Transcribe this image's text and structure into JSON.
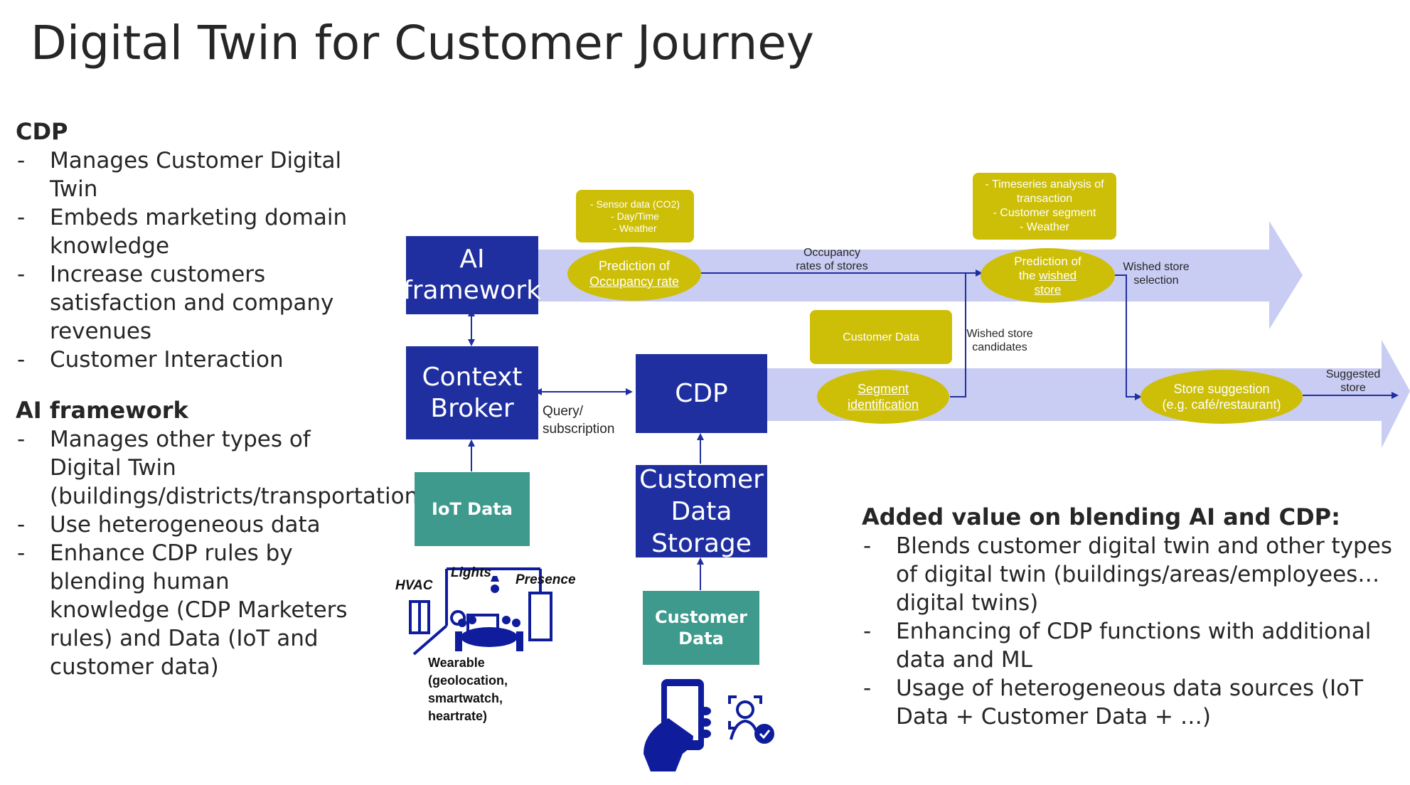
{
  "title": "Digital Twin for Customer Journey",
  "cdp_section": {
    "heading": "CDP",
    "items": [
      "Manages Customer Digital Twin",
      "Embeds marketing domain knowledge",
      "Increase customers satisfaction and company revenues",
      "Customer Interaction"
    ]
  },
  "ai_section": {
    "heading": "AI framework",
    "items": [
      "Manages other types of Digital Twin (buildings/districts/transportation/human)",
      "Use heterogeneous data",
      "Enhance CDP rules by blending human knowledge (CDP Marketers rules) and Data (IoT and customer data)"
    ]
  },
  "added_value": {
    "heading": "Added value on blending AI and CDP:",
    "items": [
      "Blends customer digital twin and other types of digital twin (buildings/areas/employees… digital twins)",
      "Enhancing of CDP functions with additional data and ML",
      "Usage of heterogeneous data sources (IoT Data + Customer Data + …)"
    ]
  },
  "diagram": {
    "ai_framework": "AI framework",
    "context_broker": "Context Broker",
    "cdp": "CDP",
    "customer_data_storage": "Customer Data Storage",
    "iot_data": "IoT Data",
    "customer_data": "Customer Data",
    "query_subscription": "Query/ subscription",
    "note_sensor": [
      "- Sensor data (CO2)",
      "- Day/Time",
      "- Weather"
    ],
    "note_timeseries": [
      "- Timeseries analysis of transaction",
      "- Customer segment",
      "- Weather"
    ],
    "note_customer_data": "Customer Data",
    "pred_occupancy": {
      "line1": "Prediction of",
      "line2": "Occupancy rate"
    },
    "pred_wished": {
      "line1": "Prediction of",
      "line2a": "the ",
      "line2b": "wished",
      "line3": "store"
    },
    "segment": {
      "line1": "Segment",
      "line2": "identification"
    },
    "store_suggestion": {
      "line1": "Store suggestion",
      "line2": "(e.g. café/restaurant)"
    },
    "occupancy_rates": "Occupancy rates of stores",
    "wished_store_selection": "Wished store selection",
    "wished_store_candidates": "Wished store candidates",
    "suggested_store": "Suggested store",
    "hvac": "HVAC",
    "lights": "Lights",
    "presence": "Presence",
    "wearable": "Wearable (geolocation, smartwatch, heartrate)"
  },
  "colors": {
    "navy": "#1f2fa0",
    "teal": "#3d9a8c",
    "yellow": "#cdbf08",
    "arrow_band": "#c9ccf3",
    "icon": "#0f1d9c"
  }
}
